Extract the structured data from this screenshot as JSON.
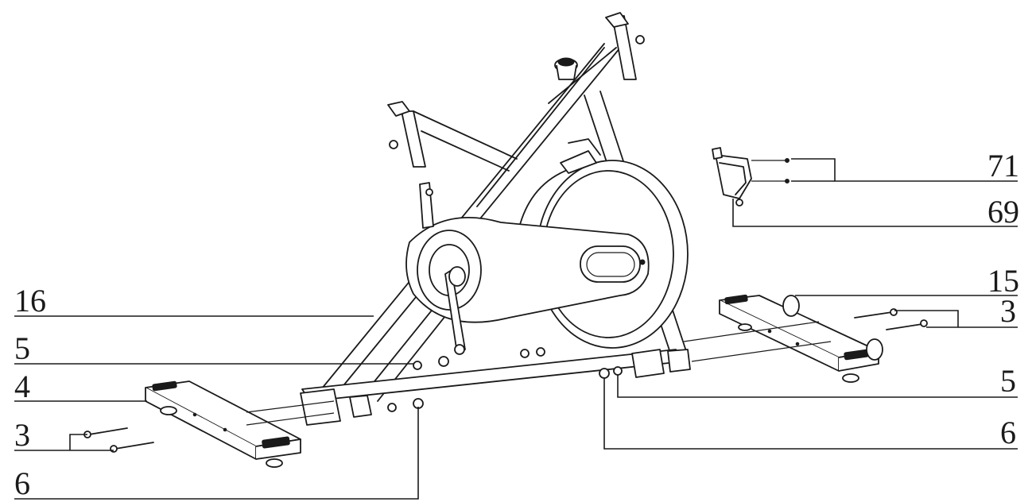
{
  "callouts": {
    "c71": "71",
    "c69": "69",
    "c15": "15",
    "c3_right": "3",
    "c5_right": "5",
    "c6_right": "6",
    "c16": "16",
    "c5_left": "5",
    "c4": "4",
    "c3_left": "3",
    "c6_left": "6"
  }
}
